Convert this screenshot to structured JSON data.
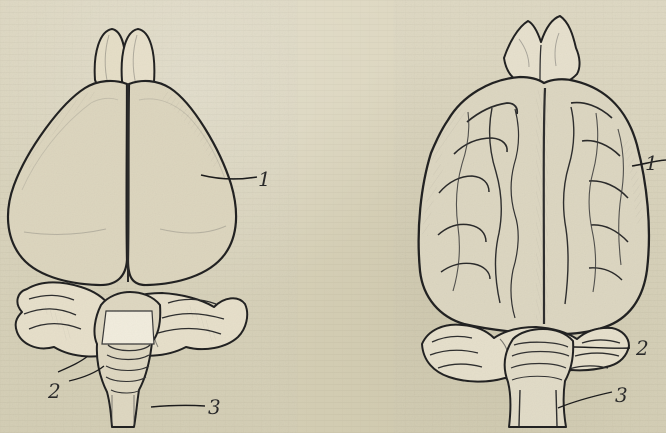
{
  "figures": [
    {
      "labels": [
        {
          "text": "1"
        },
        {
          "text": "2"
        },
        {
          "text": "3"
        }
      ]
    },
    {
      "labels": [
        {
          "text": "1"
        },
        {
          "text": "2"
        },
        {
          "text": "3"
        }
      ]
    }
  ],
  "colors": {
    "paper": "#d8d2b9",
    "ink": "#232323",
    "shade": "#a39f96",
    "light": "#e8e3d1"
  }
}
